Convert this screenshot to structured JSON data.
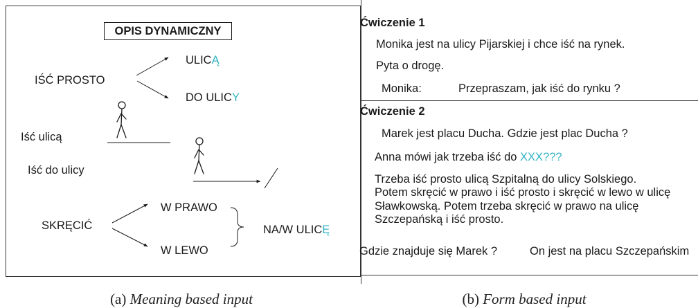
{
  "panel_a": {
    "title": "OPIS DYNAMICZNY",
    "isc_prosto": "IŚĆ PROSTO",
    "ulica": {
      "base": "ULIC",
      "ending": "Ą"
    },
    "do_ulicy": {
      "base": "DO ULIC",
      "ending": "Y"
    },
    "isc_ulica": "Iść ulicą",
    "isc_do_ulicy": "Iść do ulicy",
    "skrecic": "SKRĘCIĆ",
    "w_prawo": "W PRAWO",
    "w_lewo": "W LEWO",
    "na_w_ulice": {
      "base": "NA/W ULIC",
      "ending": "Ę"
    },
    "icons": {
      "figure": "walking-person-icon"
    }
  },
  "panel_b": {
    "exercise1": {
      "title": "Ćwiczenie 1",
      "lines": [
        "Monika jest na ulicy Pijarskiej i chce iść na rynek.",
        "Pyta o drogę."
      ],
      "dialogue": {
        "speaker": "Monika:",
        "utterance": "Przepraszam, jak iść do rynku ?"
      }
    },
    "exercise2": {
      "title": "Ćwiczenie 2",
      "intro": "Marek jest placu Ducha. Gdzie jest plac Ducha ?",
      "task": {
        "text": "Anna mówi jak trzeba iść do",
        "highlight": "XXX???"
      },
      "directions": [
        "Trzeba iść prosto ulicą Szpitalną do ulicy Solskiego.",
        "Potem skręcić w prawo i iść prosto i skręcić w lewo w ulicę",
        "Sławkowską. Potem trzeba skręcić w prawo na ulicę",
        "Szczepańską i iść prosto."
      ],
      "question": "Gdzie znajduje się Marek ?",
      "answer": "On jest na placu Szczepańskim"
    }
  },
  "captions": [
    {
      "label": "(a)",
      "text": "Meaning based input"
    },
    {
      "label": "(b)",
      "text": "Form based input"
    }
  ],
  "colors": {
    "highlight": "#34b4c4"
  }
}
